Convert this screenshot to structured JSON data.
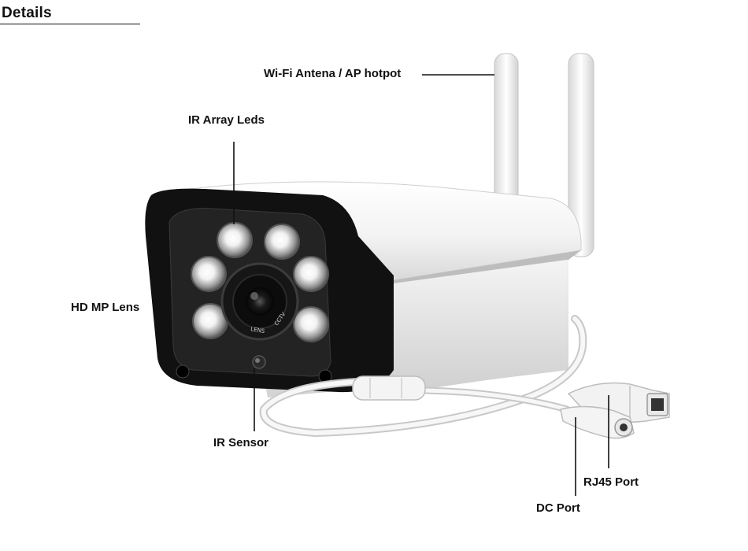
{
  "header": {
    "title": "Details"
  },
  "callouts": {
    "antenna": "Wi-Fi Antena / AP hotpot",
    "ir_leds": "IR Array Leds",
    "lens": "HD MP Lens",
    "ir_sensor": "IR Sensor",
    "rj45": "RJ45 Port",
    "dc": "DC Port"
  },
  "lens_markings": {
    "cctv": "CCTV",
    "lens": "LENS"
  },
  "colors": {
    "body": "#f2f2f2",
    "face": "#111111",
    "line": "#111111"
  }
}
